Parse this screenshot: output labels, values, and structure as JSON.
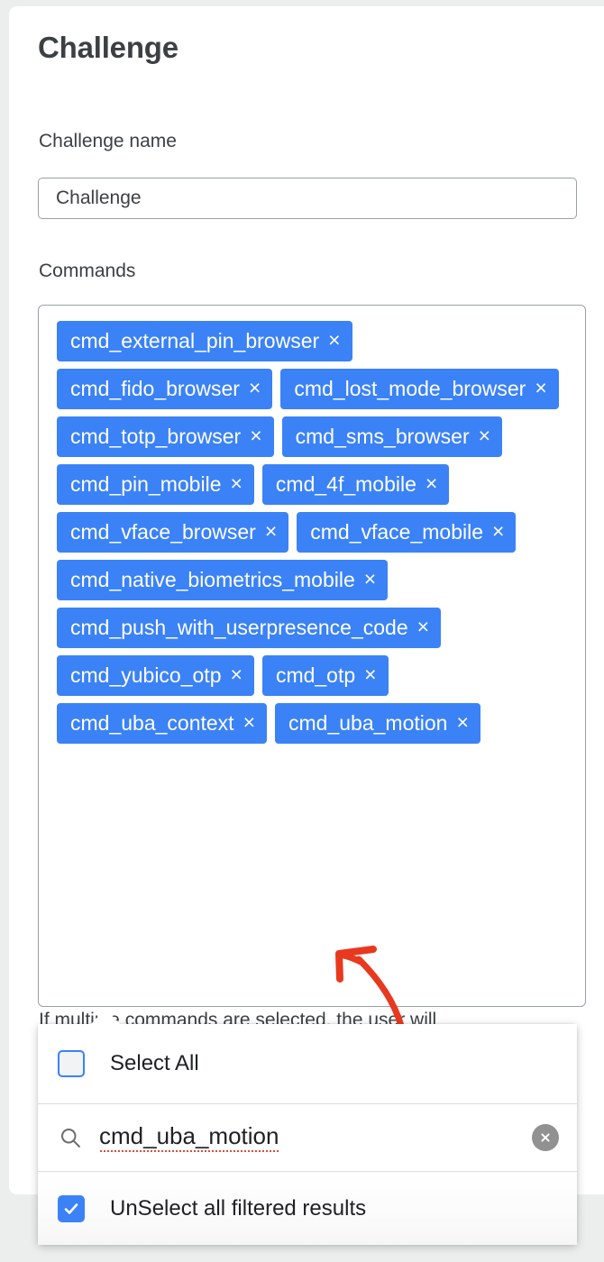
{
  "page": {
    "title": "Challenge"
  },
  "form": {
    "name_label": "Challenge name",
    "name_value": "Challenge",
    "name_placeholder": "Challenge",
    "commands_label": "Commands",
    "help_text": "If multiple commands are selected, the user will"
  },
  "chips": [
    {
      "label": "cmd_external_pin_browser",
      "remove": "×"
    },
    {
      "label": "cmd_fido_browser",
      "remove": "×"
    },
    {
      "label": "cmd_lost_mode_browser",
      "remove": "×"
    },
    {
      "label": "cmd_totp_browser",
      "remove": "×"
    },
    {
      "label": "cmd_sms_browser",
      "remove": "×"
    },
    {
      "label": "cmd_pin_mobile",
      "remove": "×"
    },
    {
      "label": "cmd_4f_mobile",
      "remove": "×"
    },
    {
      "label": "cmd_vface_browser",
      "remove": "×"
    },
    {
      "label": "cmd_vface_mobile",
      "remove": "×"
    },
    {
      "label": "cmd_native_biometrics_mobile",
      "remove": "×"
    },
    {
      "label": "cmd_push_with_userpresence_code",
      "remove": "×"
    },
    {
      "label": "cmd_yubico_otp",
      "remove": "×"
    },
    {
      "label": "cmd_otp",
      "remove": "×"
    },
    {
      "label": "cmd_uba_context",
      "remove": "×"
    },
    {
      "label": "cmd_uba_motion",
      "remove": "×"
    }
  ],
  "dropdown": {
    "select_all_label": "Select All",
    "select_all_checked": false,
    "search_value": "cmd_uba_motion",
    "search_icon": "search-icon",
    "clear_icon": "clear-circle-icon",
    "unselect_label": "UnSelect all filtered results",
    "unselect_checked": true
  },
  "annotation": {
    "type": "hand-drawn-arrow",
    "color": "#e8391f",
    "points_to": "cmd_uba_motion"
  },
  "colors": {
    "chip_blue": "#3b82f6",
    "page_background": "#eceded",
    "card_background": "#ffffff",
    "border_gray": "#9aa0a6",
    "text_dark": "#3c4043",
    "annotation_red": "#e8391f",
    "clear_gray": "#919191"
  }
}
